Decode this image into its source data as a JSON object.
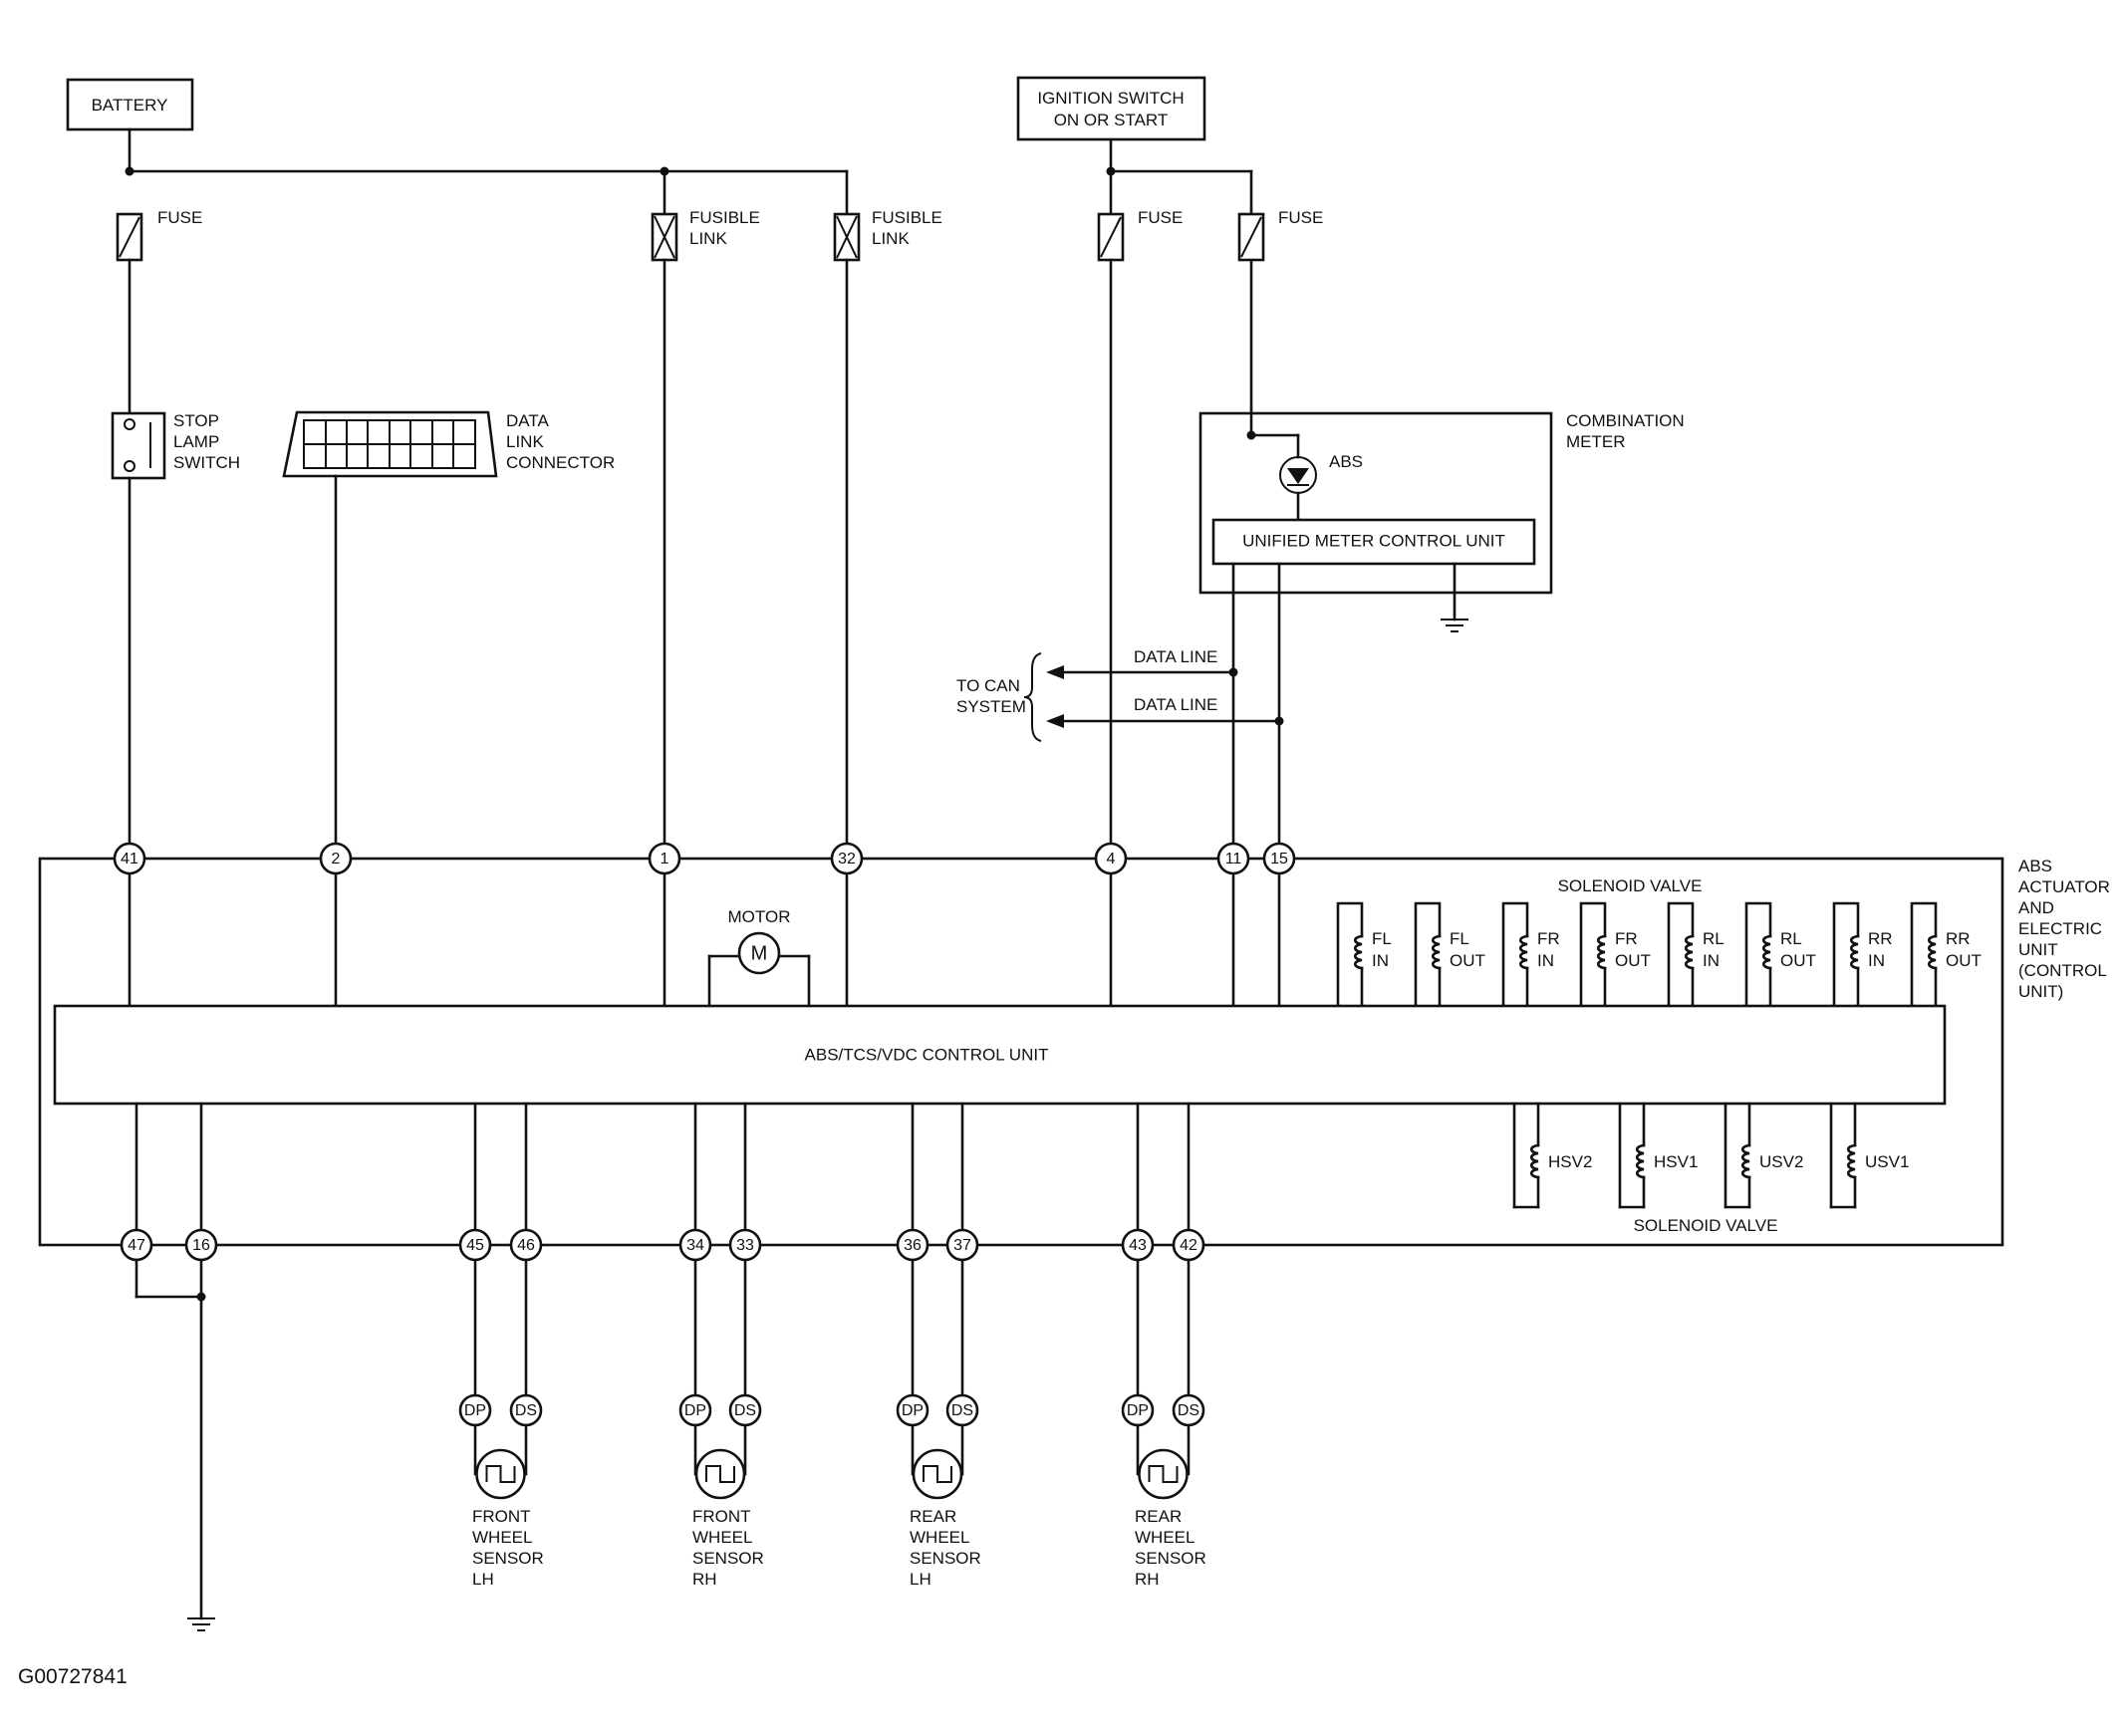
{
  "image_id": "G00727841",
  "power": {
    "battery": "BATTERY",
    "ignition_line1": "IGNITION SWITCH",
    "ignition_line2": "ON OR START"
  },
  "fuses": {
    "fuse": "FUSE",
    "fusible_line1": "FUSIBLE",
    "fusible_line2": "LINK"
  },
  "components": {
    "stop_lamp_switch": [
      "STOP",
      "LAMP",
      "SWITCH"
    ],
    "data_link_connector": [
      "DATA",
      "LINK",
      "CONNECTOR"
    ],
    "combination_meter": [
      "COMBINATION",
      "METER"
    ],
    "abs_lamp": "ABS",
    "unified_meter": "UNIFIED METER CONTROL UNIT",
    "motor": "MOTOR",
    "motor_symbol": "M",
    "control_unit": "ABS/TCS/VDC CONTROL UNIT",
    "actuator_label": [
      "ABS",
      "ACTUATOR",
      "AND",
      "ELECTRIC",
      "UNIT",
      "(CONTROL",
      "UNIT)"
    ],
    "solenoid_valve": "SOLENOID VALVE"
  },
  "can": {
    "data_line": "DATA LINE",
    "to_can_line1": "TO CAN",
    "to_can_line2": "SYSTEM"
  },
  "pins_top": [
    "41",
    "2",
    "1",
    "32",
    "4",
    "11",
    "15"
  ],
  "pins_bottom": [
    "47",
    "16",
    "45",
    "46",
    "34",
    "33",
    "36",
    "37",
    "43",
    "42"
  ],
  "valves_upper": [
    [
      "FL",
      "IN"
    ],
    [
      "FL",
      "OUT"
    ],
    [
      "FR",
      "IN"
    ],
    [
      "FR",
      "OUT"
    ],
    [
      "RL",
      "IN"
    ],
    [
      "RL",
      "OUT"
    ],
    [
      "RR",
      "IN"
    ],
    [
      "RR",
      "OUT"
    ]
  ],
  "valves_lower": [
    "HSV2",
    "HSV1",
    "USV2",
    "USV1"
  ],
  "sensor_terminals": {
    "dp": "DP",
    "ds": "DS"
  },
  "sensors": [
    [
      "FRONT",
      "WHEEL",
      "SENSOR",
      "LH"
    ],
    [
      "FRONT",
      "WHEEL",
      "SENSOR",
      "RH"
    ],
    [
      "REAR",
      "WHEEL",
      "SENSOR",
      "LH"
    ],
    [
      "REAR",
      "WHEEL",
      "SENSOR",
      "RH"
    ]
  ]
}
